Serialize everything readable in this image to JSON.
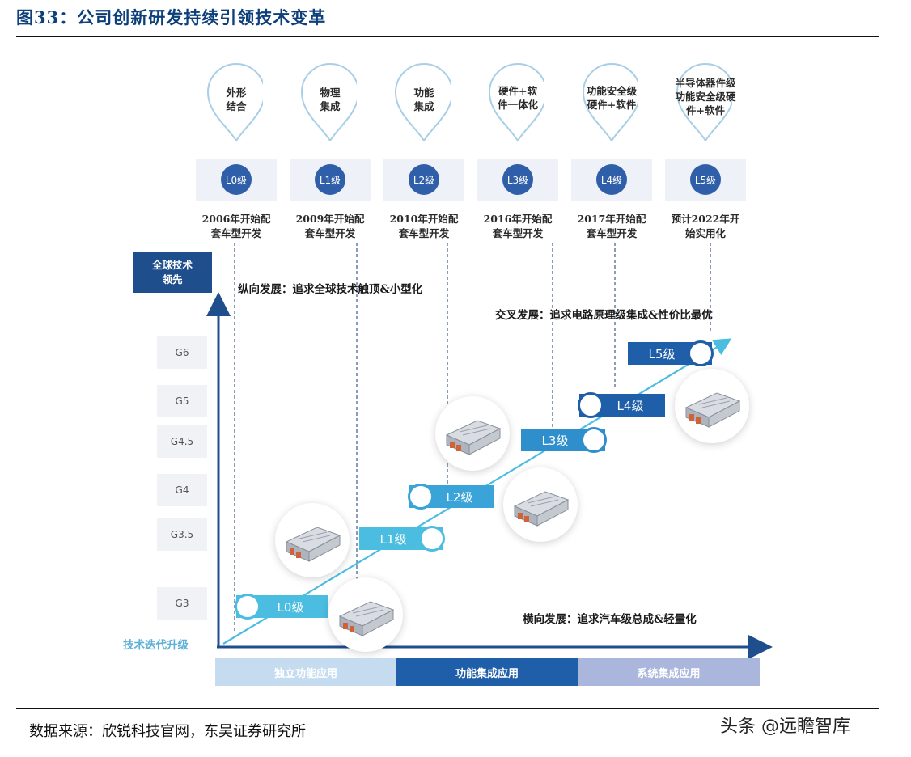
{
  "figure_title": "图33：公司创新研发持续引领技术变革",
  "pins": [
    {
      "text": "外形\n结合"
    },
    {
      "text": "物理\n集成"
    },
    {
      "text": "功能\n集成"
    },
    {
      "text": "硬件+软\n件一体化"
    },
    {
      "text": "功能安全级\n硬件+软件"
    },
    {
      "text": "半导体器件级\n功能安全级硬\n件+软件"
    }
  ],
  "levels": [
    "L0级",
    "L1级",
    "L2级",
    "L3级",
    "L4级",
    "L5级"
  ],
  "years": [
    "2006年开始配\n套车型开发",
    "2009年开始配\n套车型开发",
    "2010年开始配\n套车型开发",
    "2016年开始配\n套车型开发",
    "2017年开始配\n套车型开发",
    "预计2022年开\n始实用化"
  ],
  "y_axis_label": "全球技术\n领先",
  "generations": [
    "G6",
    "G5",
    "G4.5",
    "G4",
    "G3.5",
    "G3"
  ],
  "notes": {
    "vertical": "纵向发展：追求全球技术触顶&小型化",
    "cross": "交叉发展：追求电路原理级集成&性价比最优",
    "horizontal": "横向发展：追求汽车级总成&轻量化"
  },
  "x_axis_label": "技术迭代升级",
  "phases": [
    "独立功能应用",
    "功能集成应用",
    "系统集成应用"
  ],
  "colors": {
    "title": "#0d3f7a",
    "axis": "#1f4e8c",
    "step_light": "#4bbde0",
    "step_mid": "#2e8fcc",
    "step_dark": "#1f5ea8",
    "phase1": "#c5dcf0",
    "phase2": "#1f5ea8",
    "phase3": "#aab6dc"
  },
  "source": "数据来源：欣锐科技官网，东吴证券研究所",
  "watermark": "头条 @远瞻智库",
  "icons": [
    "location-pin-icon",
    "controller-photo-icon",
    "arrow-up-icon",
    "arrow-right-icon"
  ]
}
